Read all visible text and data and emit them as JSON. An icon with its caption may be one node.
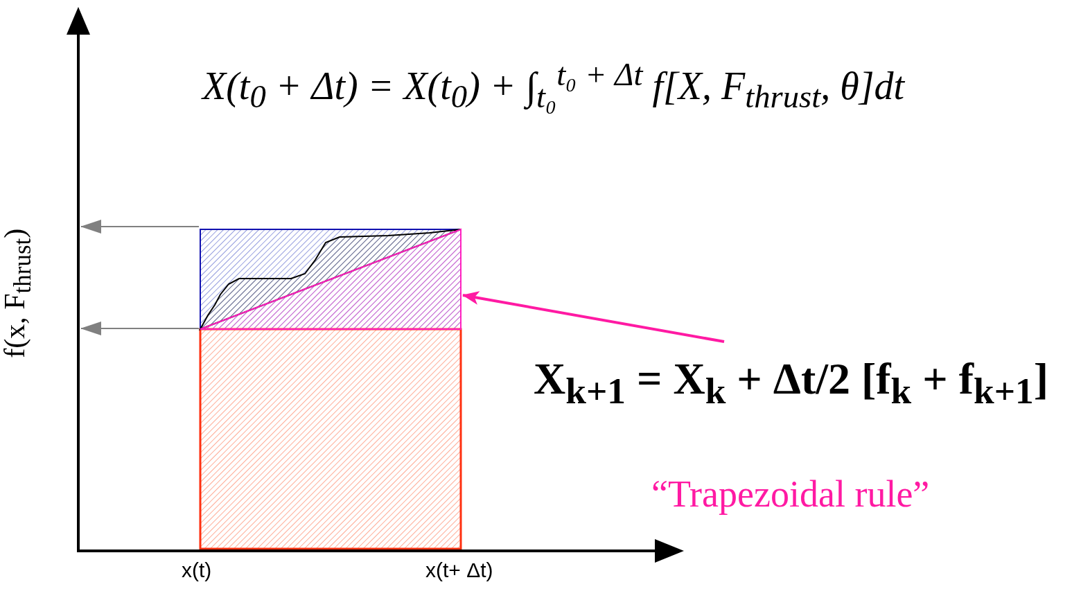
{
  "diagram": {
    "nodes": [
      {
        "text": [],
        "shape": "triangle"
      },
      {
        "text": [
          "X$_{k+1}$ = X$_{k}$ + Δt/2 [f$_{k}$ + f$_{k+1}$]"
        ],
        "beside": [
          "“Trapezoidal rule”"
        ]
      }
    ],
    "edges": [
      {
        "from": 1,
        "to": 0,
        "arrow": "to",
        "color": "#ff1aa3"
      }
    ],
    "labels": [
      "X(t$_{0}$ + Δt) = X(t$_{0}$) + ∫$_{t₀}$$^{t₀ + Δt}$ f[X, F$_{thrust}$, θ]dt",
      "f(x, F$_{thrust}$)",
      "x(t)",
      "x(t+ Δt)"
    ]
  }
}
